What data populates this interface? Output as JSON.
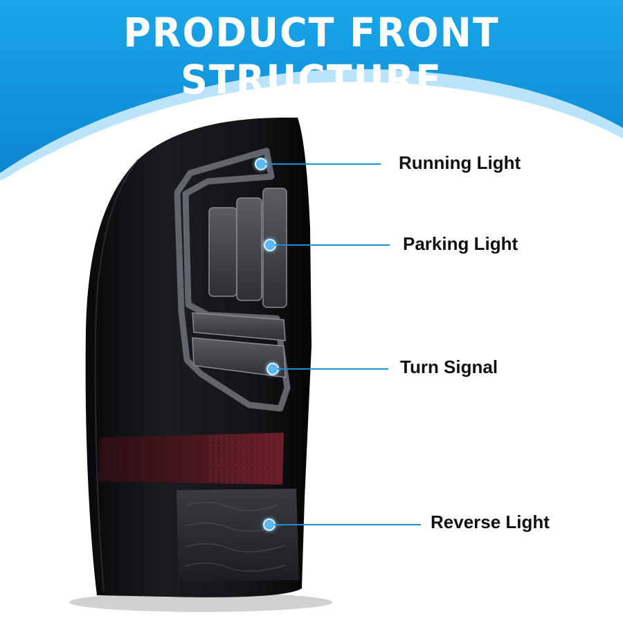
{
  "banner": {
    "title": "PRODUCT FRONT STRUCTURE",
    "color_top": "#1aa3e8",
    "color_bottom": "#0a7fc8"
  },
  "callouts": [
    {
      "key": "running",
      "label": "Running Light"
    },
    {
      "key": "parking",
      "label": "Parking Light"
    },
    {
      "key": "turn",
      "label": "Turn Signal"
    },
    {
      "key": "reverse",
      "label": "Reverse Light"
    }
  ],
  "colors": {
    "accent_line": "#1e8fd6",
    "dot": "#5bb8f0",
    "lamp_body": "#111214",
    "red_section": "#5a1a22"
  }
}
